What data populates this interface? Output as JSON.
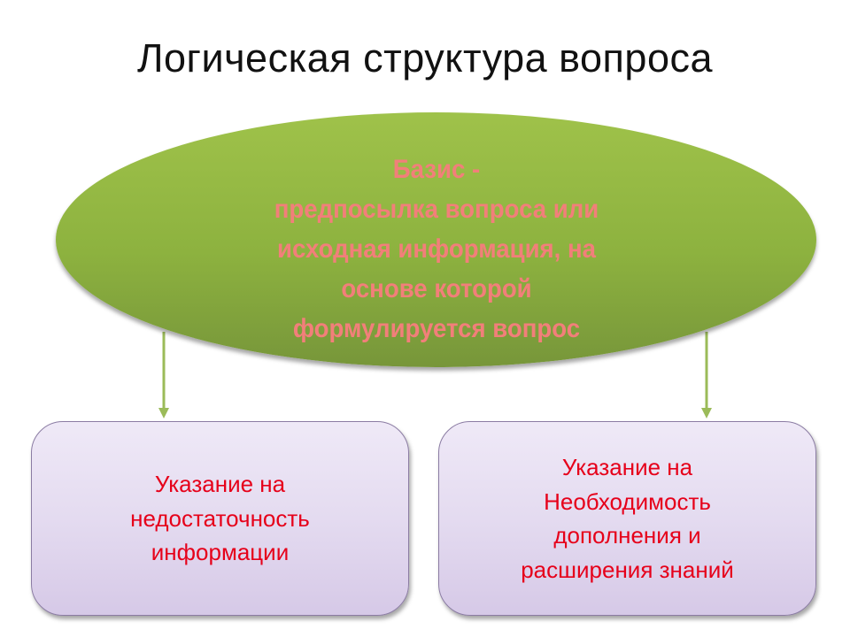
{
  "slide": {
    "title": "Логическая структура вопроса",
    "basis": {
      "lines": [
        "Базис -",
        "предпосылка вопроса или",
        "исходная информация, на",
        "основе которой",
        "формулируется вопрос"
      ]
    },
    "left_box": {
      "lines": [
        "Указание на",
        "недостаточность",
        "информации"
      ]
    },
    "right_box": {
      "lines": [
        "Указание на",
        "Необходимость",
        "дополнения и",
        "расширения знаний"
      ]
    }
  },
  "colors": {
    "ellipse": "#8db23f",
    "ellipse_text": "#f27f7a",
    "arrow": "#9bbb59",
    "box_fill": "#e4dbf0",
    "box_text": "#e6001a"
  }
}
